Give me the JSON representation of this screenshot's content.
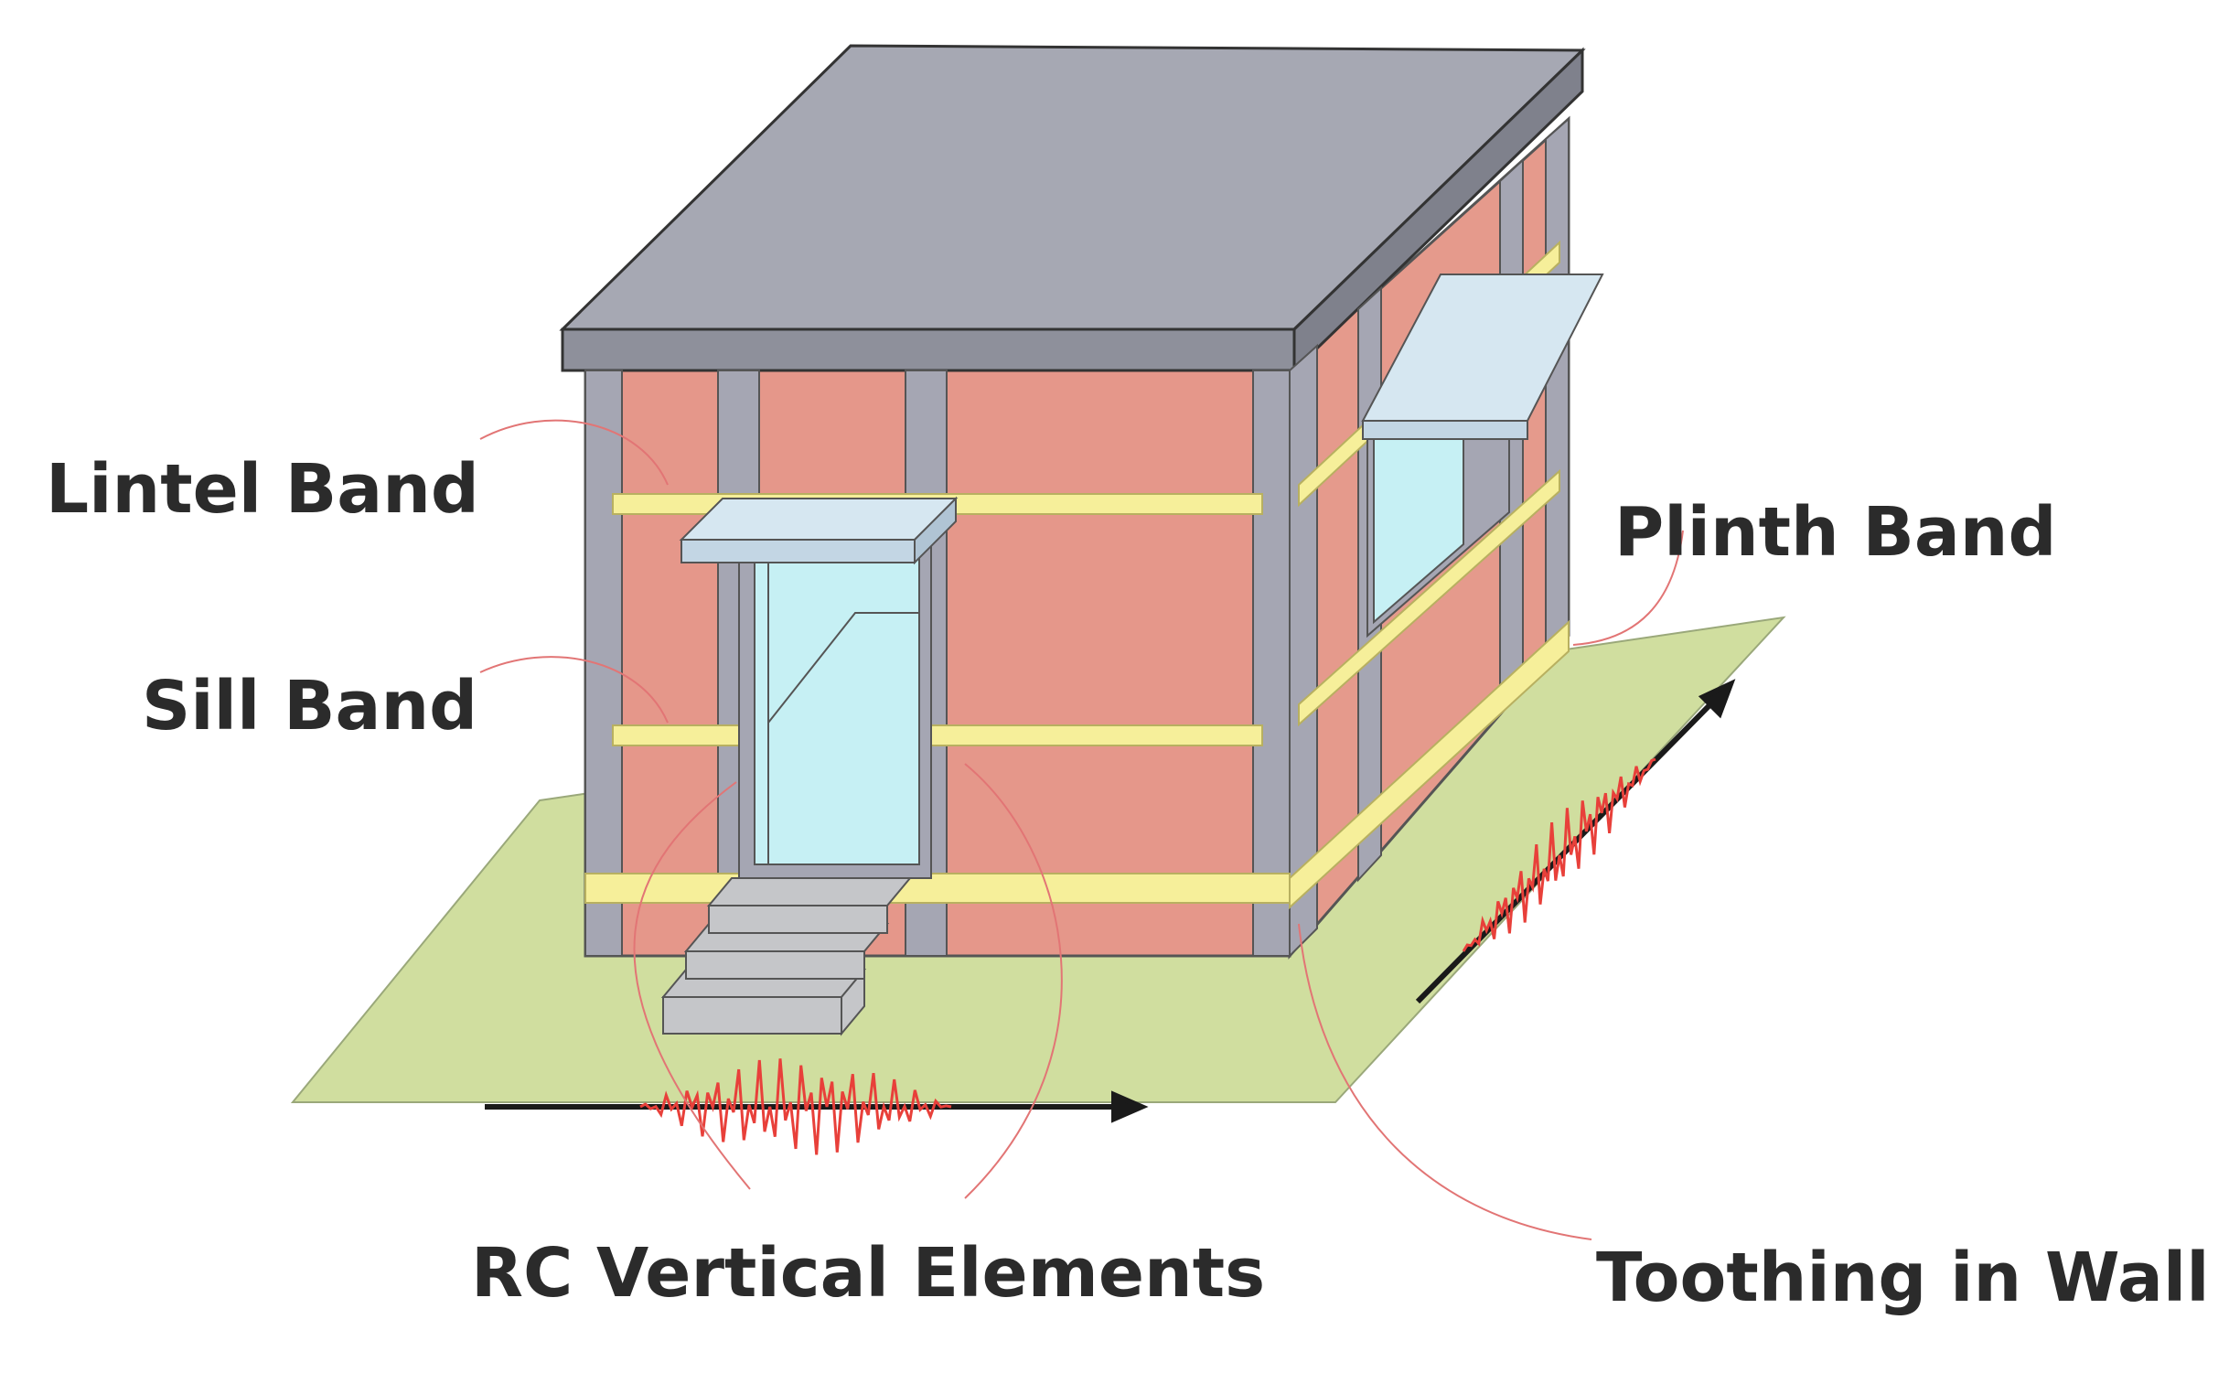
{
  "labels": {
    "lintel_band": "Lintel Band",
    "sill_band": "Sill Band",
    "plinth_band": "Plinth Band",
    "rc_vertical_elements": "RC Vertical Elements",
    "toothing_in_wall": "Toothing in Wall"
  },
  "colors": {
    "roof_top": "#a6a8b3",
    "roof_edge": "#8e909b",
    "wall_front": "#e5978a",
    "wall_side": "#e59a8c",
    "band": "#f6ef9a",
    "rc_element": "#a5a6b3",
    "glass": "#c6f0f4",
    "sunshade": "#d6e7f1",
    "ground": "#d0de9f",
    "steps": "#c5c6c9",
    "seismic_wave": "#e8403a",
    "leader_line": "#e27575",
    "arrow": "#1a1a1a"
  }
}
